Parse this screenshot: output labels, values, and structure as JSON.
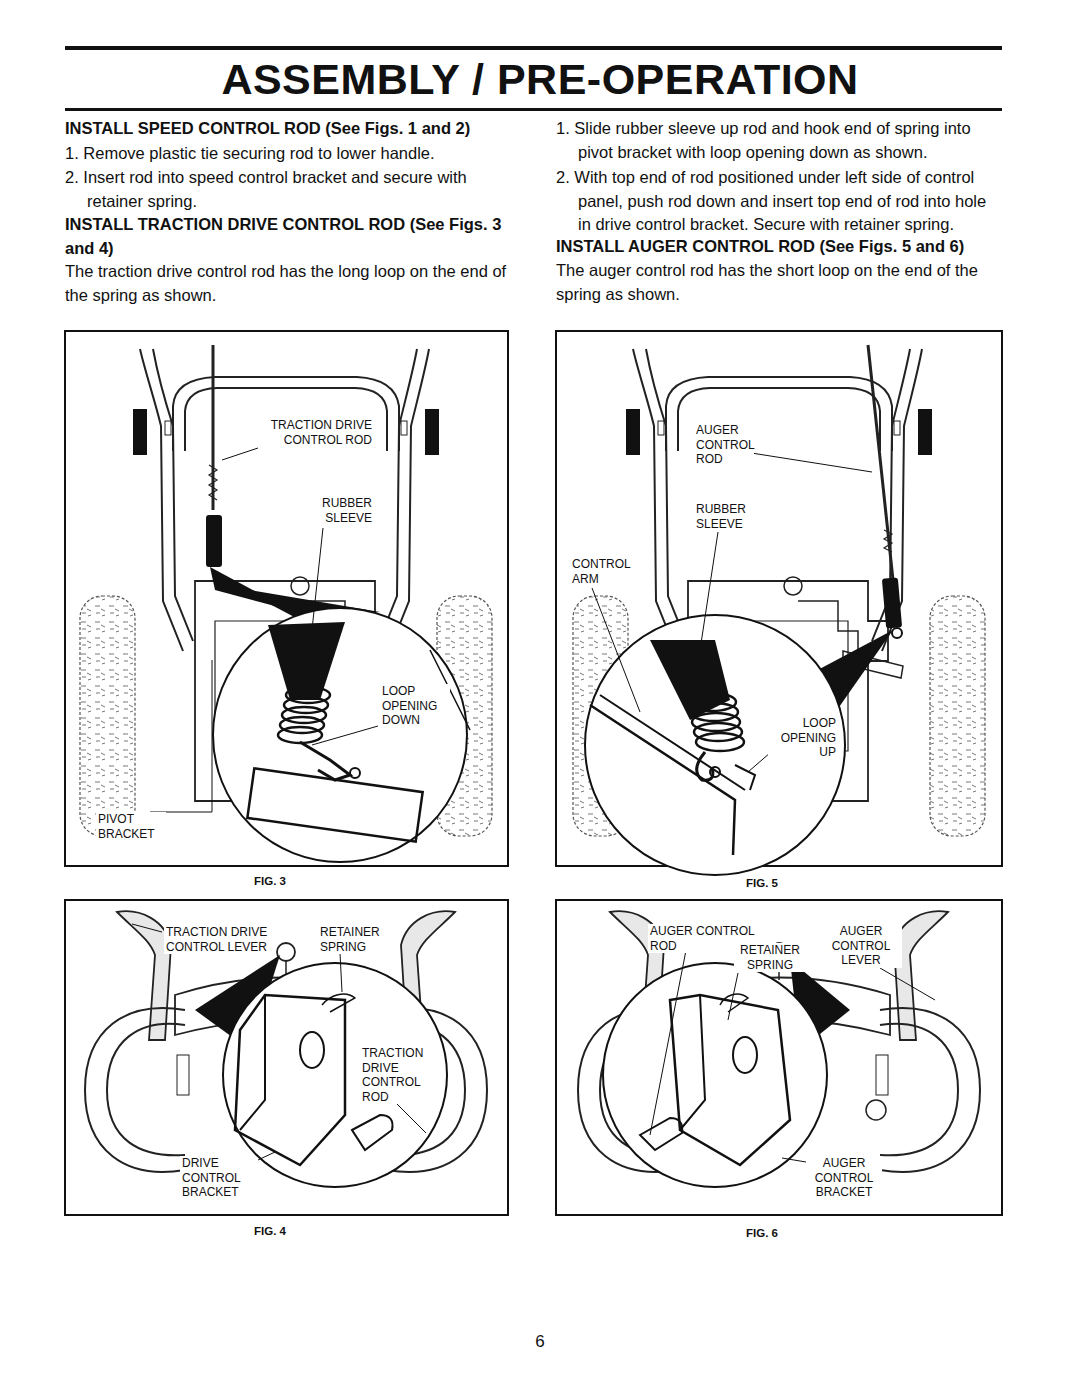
{
  "diagram": {
    "title": "ASSEMBLY / PRE-OPERATION",
    "labels": [
      "INSTALL SPEED CONTROL ROD (See Figs. 1 and 2)",
      "1. Remove plastic tie securing rod to lower handle.",
      "2. Insert rod into speed control bracket and secure with retainer spring.",
      "INSTALL TRACTION DRIVE CONTROL ROD (See Figs. 3 and 4)",
      "The traction drive control rod has the long loop on the end of the spring as shown.",
      "1. Slide rubber sleeve up rod and hook end of spring into pivot bracket with loop opening down as shown.",
      "2. With top end of rod positioned under left side of control panel, push rod down and insert top end of rod into hole in drive control bracket. Secure with retainer spring.",
      "INSTALL AUGER CONTROL ROD (See Figs. 5 and 6)",
      "The auger control rod has the short loop on the end of the spring as shown.",
      "TRACTION DRIVE CONTROL ROD",
      "RUBBER SLEEVE",
      "LOOP OPENING DOWN",
      "PIVOT BRACKET",
      "FIG. 3",
      "TRACTION DRIVE CONTROL LEVER",
      "RETAINER SPRING",
      "TRACTION DRIVE CONTROL ROD",
      "DRIVE CONTROL BRACKET",
      "FIG. 4",
      "AUGER CONTROL ROD",
      "RUBBER SLEEVE",
      "CONTROL ARM",
      "LOOP OPENING UP",
      "FIG. 5",
      "AUGER CONTROL ROD",
      "RETAINER SPRING",
      "AUGER CONTROL LEVER",
      "AUGER CONTROL BRACKET",
      "FIG. 6",
      "6"
    ]
  }
}
